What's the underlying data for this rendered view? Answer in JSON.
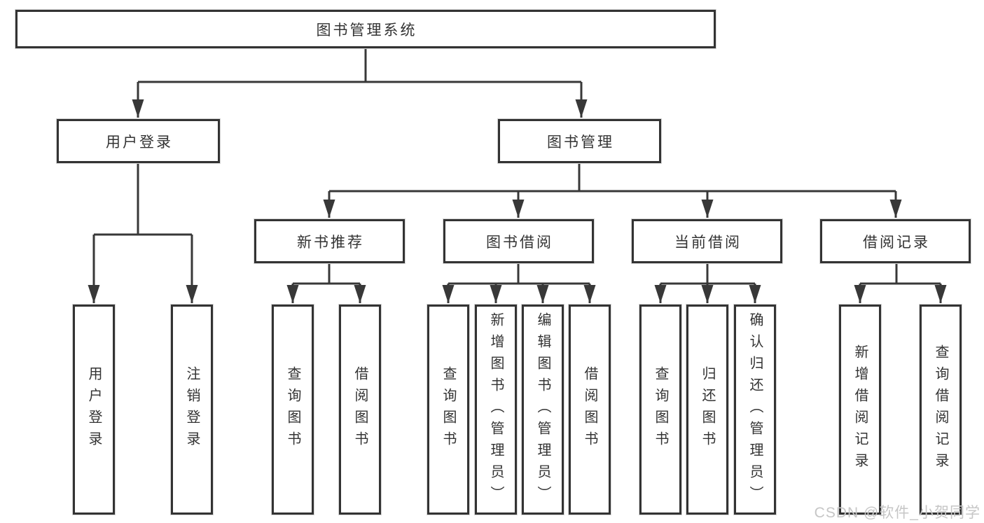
{
  "tree": {
    "root": "图书管理系统",
    "branches": [
      {
        "label": "用户登录",
        "children": [
          "用户登录",
          "注销登录"
        ]
      },
      {
        "label": "图书管理",
        "sections": [
          {
            "label": "新书推荐",
            "children": [
              "查询图书",
              "借阅图书"
            ]
          },
          {
            "label": "图书借阅",
            "children": [
              "查询图书",
              "新增图书（管理员）",
              "编辑图书（管理员）",
              "借阅图书"
            ]
          },
          {
            "label": "当前借阅",
            "children": [
              "查询图书",
              "归还图书",
              "确认归还（管理员）"
            ]
          },
          {
            "label": "借阅记录",
            "children": [
              "新增借阅记录",
              "查询借阅记录"
            ]
          }
        ]
      }
    ]
  },
  "watermark": {
    "text": "CSDN @软件_小贺同学"
  },
  "colors": {
    "line": "#383838",
    "border": "#333333",
    "text": "#333333",
    "watermark": "#c6c6c6",
    "background": "#ffffff"
  }
}
